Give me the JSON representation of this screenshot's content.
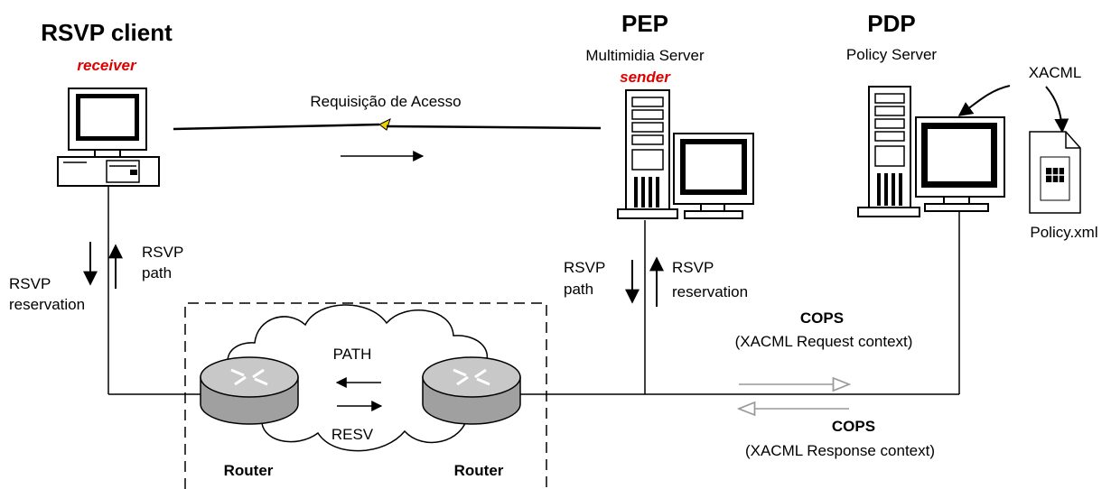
{
  "rsvp_client": {
    "title": "RSVP client",
    "role": "receiver"
  },
  "pep": {
    "title": "PEP",
    "subtitle": "Multimidia Server",
    "role": "sender"
  },
  "pdp": {
    "title": "PDP",
    "subtitle": "Policy Server"
  },
  "xacml_label": "XACML",
  "policy_file": "Policy.xml",
  "access_request": "Requisição de Acesso",
  "left_rsvp": {
    "reservation_1": "RSVP",
    "reservation_2": "reservation",
    "path_1": "RSVP",
    "path_2": "path"
  },
  "mid_rsvp": {
    "path_1": "RSVP",
    "path_2": "path",
    "reservation_1": "RSVP",
    "reservation_2": "reservation"
  },
  "cloud": {
    "path": "PATH",
    "resv": "RESV"
  },
  "routers": [
    "Router",
    "Router"
  ],
  "cops_request": {
    "title": "COPS",
    "detail": "(XACML Request context)"
  },
  "cops_response": {
    "title": "COPS",
    "detail": "(XACML Response  context)"
  },
  "colors": {
    "accent_red": "#e00000",
    "lightning": "#f0d000",
    "router": "#a0a0a0",
    "open_arrow": "#999999"
  }
}
